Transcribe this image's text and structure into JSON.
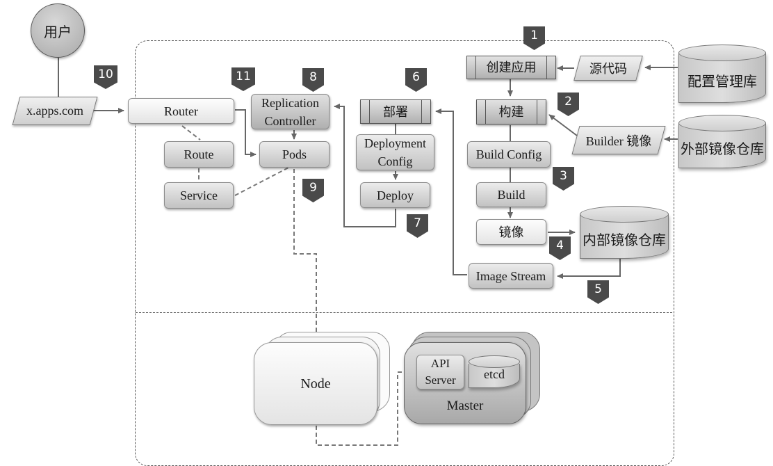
{
  "diagram": {
    "user": "用户",
    "domain": "x.apps.com",
    "router": "Router",
    "route": "Route",
    "service": "Service",
    "replication_controller": [
      "Replication",
      "Controller"
    ],
    "pods": "Pods",
    "deploy_process": "部署",
    "deployment_config": [
      "Deployment",
      "Config"
    ],
    "deploy": "Deploy",
    "create_app": "创建应用",
    "build_process": "构建",
    "build_config": "Build Config",
    "build": "Build",
    "image": "镜像",
    "image_stream": "Image Stream",
    "source_code": "源代码",
    "builder_image": "Builder 镜像",
    "config_repo": "配置管理库",
    "external_registry": "外部镜像仓库",
    "internal_registry": "内部镜像仓库",
    "node": "Node",
    "master": "Master",
    "api_server": [
      "API",
      "Server"
    ],
    "etcd": "etcd"
  },
  "steps": [
    "1",
    "2",
    "3",
    "4",
    "5",
    "6",
    "7",
    "8",
    "9",
    "10",
    "11"
  ]
}
